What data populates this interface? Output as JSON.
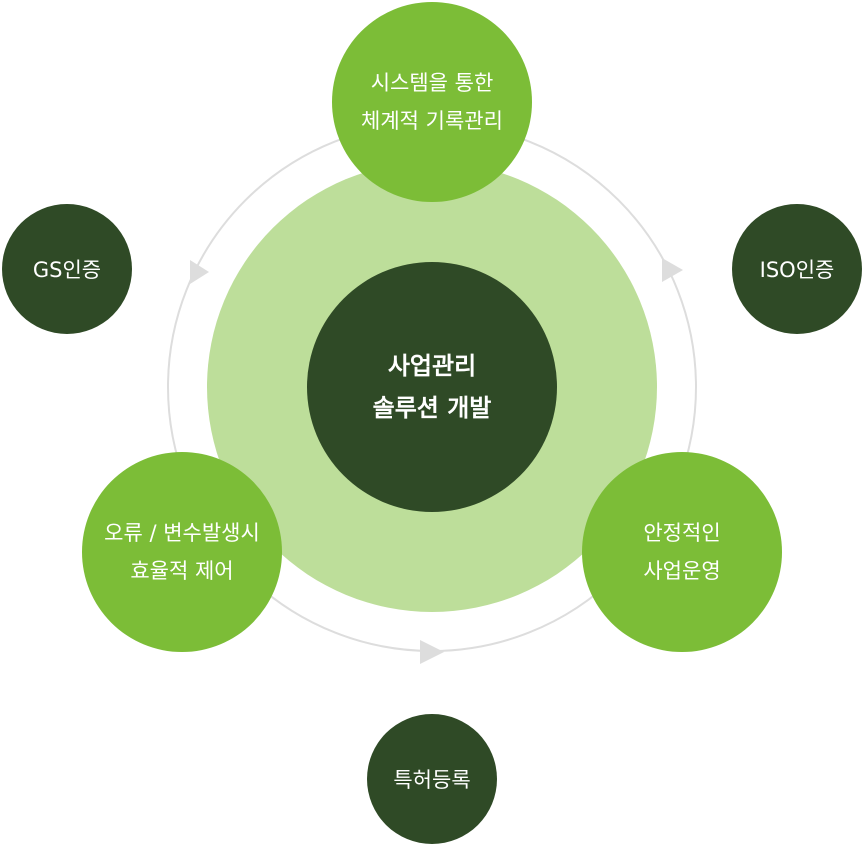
{
  "colors": {
    "ring": "#dddddd",
    "arrow": "#dddddd",
    "light_green": "#bdde9a",
    "green": "#7cbd37",
    "dark_green": "#2f4a26"
  },
  "center": {
    "line1": "사업관리",
    "line2": "솔루션 개발"
  },
  "nodes": {
    "top": {
      "line1": "시스템을 통한",
      "line2": "체계적 기록관리"
    },
    "left": {
      "line1": "오류 / 변수발생시",
      "line2": "효율적 제어"
    },
    "right": {
      "line1": "안정적인",
      "line2": "사업운영"
    }
  },
  "outer": {
    "gs": "GS인증",
    "iso": "ISO인증",
    "patent": "특허등록"
  }
}
